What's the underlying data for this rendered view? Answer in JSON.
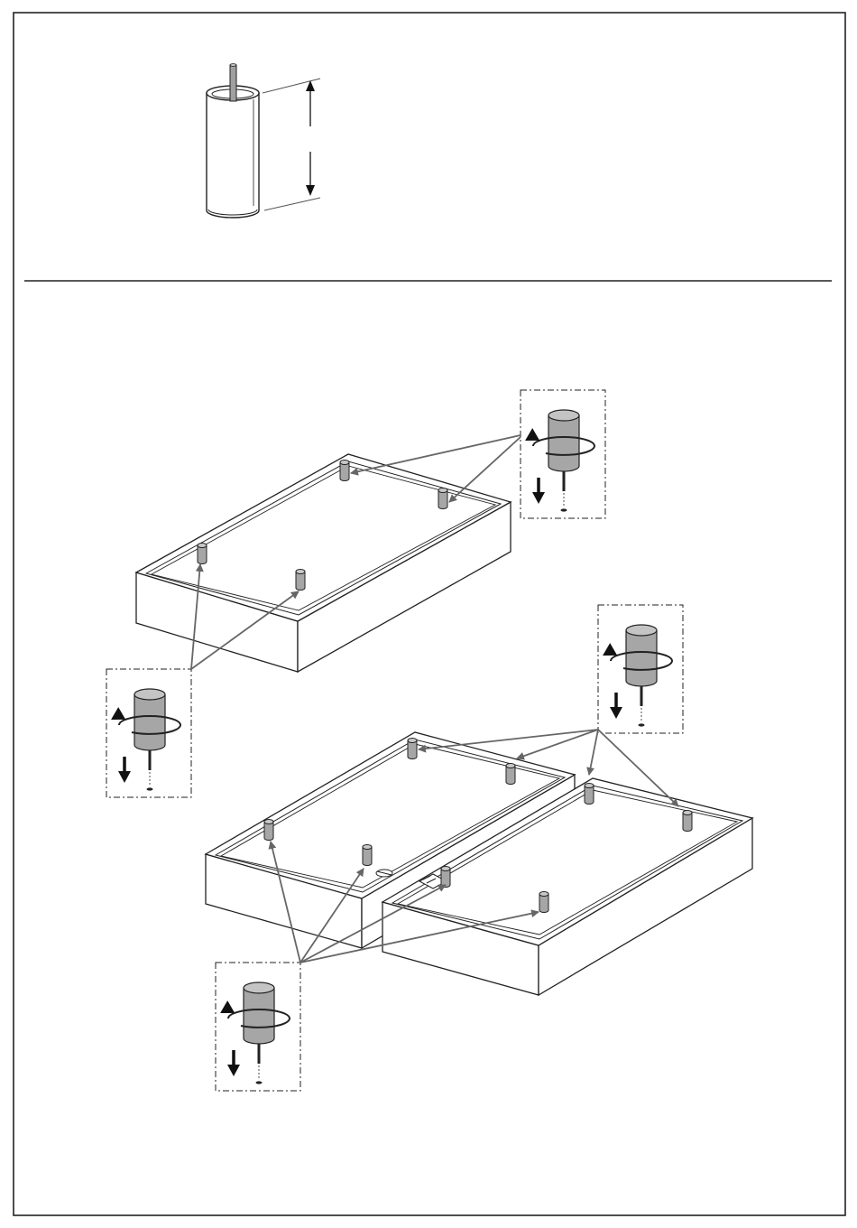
{
  "page": {
    "background": "#ffffff",
    "ink": "#1a1a1a",
    "leg_fill": "#a6a6a6",
    "leader_color": "#666666"
  },
  "top_panel": {
    "part": "leg-with-bolt",
    "dimension_label": ""
  },
  "steps": [
    {
      "name": "attach-legs-single-base",
      "legs": 4,
      "action_icons": [
        "rotate-clockwise-icon",
        "arrow-down-icon"
      ]
    },
    {
      "name": "attach-legs-sectional-base",
      "legs": 8,
      "action_icons": [
        "rotate-clockwise-icon",
        "arrow-down-icon"
      ]
    }
  ]
}
